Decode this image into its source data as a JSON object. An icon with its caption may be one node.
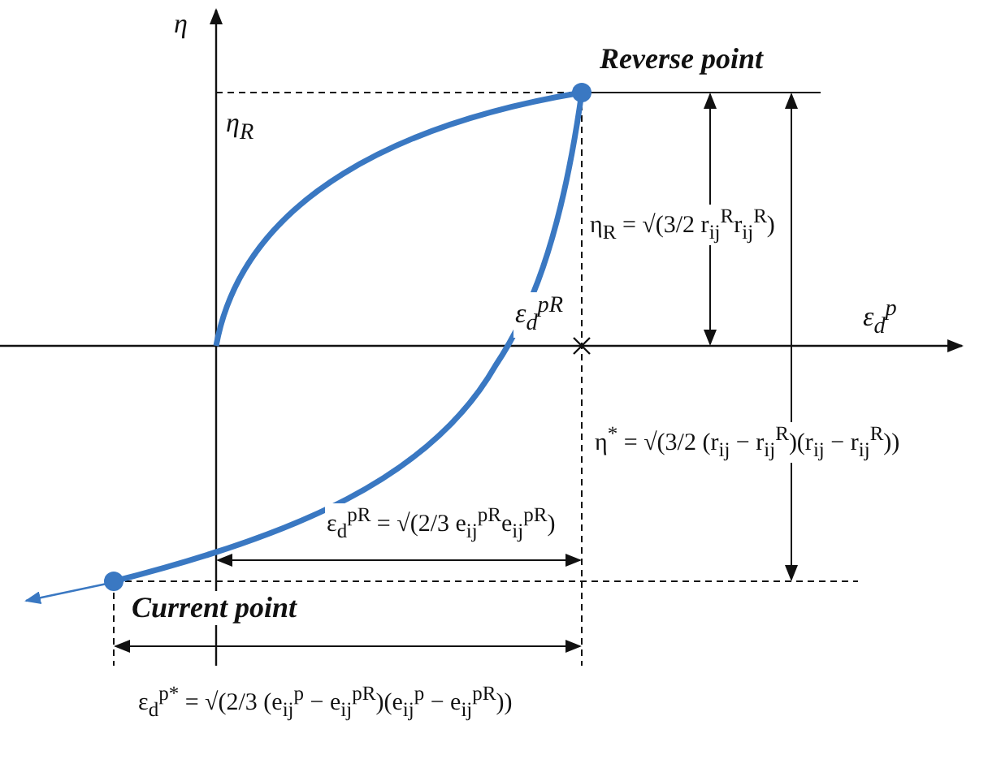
{
  "diagram": {
    "labels": [
      "η",
      "Reverse point",
      "η$_{R}$",
      "η$_{R}$ = √(3/2 r$_{ij}$$^{R}$r$_{ij}$$^{R}$)",
      "ε$_{d}$$^{p}$",
      "ε$_{d}$$^{pR}$",
      "η$^{*}$ = √(3/2 (r$_{ij}$ − r$_{ij}$$^{R}$)(r$_{ij}$ − r$_{ij}$$^{R}$))",
      "ε$_{d}$$^{pR}$ = √(2/3 e$_{ij}$$^{pR}$e$_{ij}$$^{pR}$)",
      "Current point",
      "ε$_{d}$$^{p*}$ = √(2/3 (e$_{ij}$$^{p}$ − e$_{ij}$$^{pR}$)(e$_{ij}$$^{p}$ − e$_{ij}$$^{pR}$))"
    ]
  }
}
